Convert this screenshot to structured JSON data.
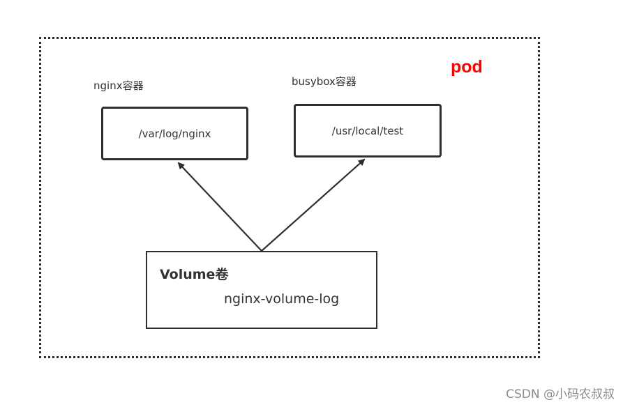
{
  "pod": {
    "label": "pod",
    "label_color": "#ff0000"
  },
  "containers": [
    {
      "label": "nginx容器",
      "path": "/var/log/nginx"
    },
    {
      "label": "busybox容器",
      "path": "/usr/local/test"
    }
  ],
  "volume": {
    "title": "Volume卷",
    "name": "nginx-volume-log"
  },
  "watermark": "CSDN @小码农叔叔"
}
